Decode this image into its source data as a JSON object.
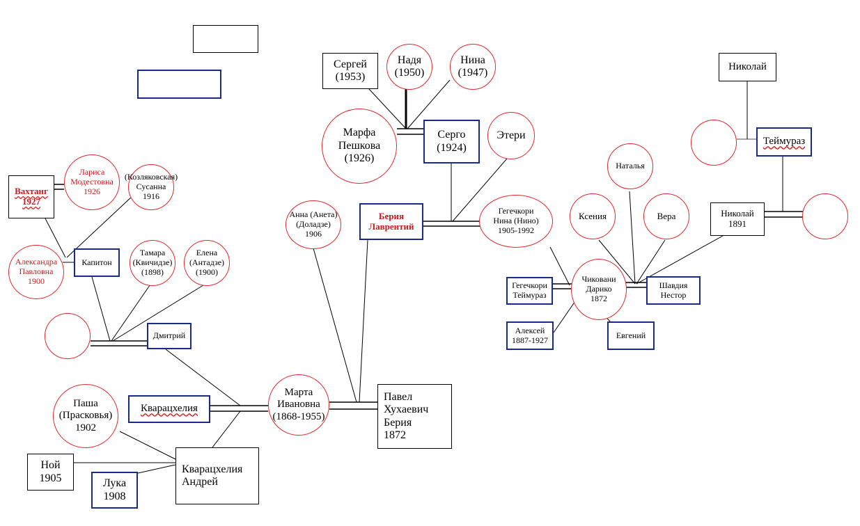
{
  "nodes": {
    "legend_box_black": "",
    "legend_box_blue": "",
    "sergey": "Сергей\n(1953)",
    "nadya": "Надя\n(1950)",
    "nina_1947": "Нина\n(1947)",
    "marfa": "Марфа\nПешкова\n(1926)",
    "sergo": "Серго\n(1924)",
    "eteri": "Этери",
    "nikolay_top": "Николай",
    "teymuraz_top": "Теймураз",
    "empty_circle_top_right": "",
    "vakhtang": "Вахтанг\n1927",
    "larisa": "Лариса\nМодестовна\n1926",
    "susanna": "(Козляковская)\nСусанна\n1916",
    "anna": "Анна (Анета)\n(Доладзе)\n1906",
    "beria_lavrenty": "Берия\nЛаврентий",
    "nina_gegechkori": "Гегечкори\nНина (Нино)\n1905-1992",
    "natalya": "Наталья",
    "kseniya": "Ксения",
    "vera": "Вера",
    "nikolay_1891": "Николай\n1891",
    "empty_circle_right": "",
    "aleksandra": "Александра\nПавловна\n1900",
    "kapiton": "Капитон",
    "tamara": "Тамара\n(Квичидзе)\n(1898)",
    "elena": "Елена\n(Антадзе)\n(1900)",
    "gegechkori_teymuraz": "Гегечкори\nТеймураз",
    "chikovani": "Чиковани\nДарико\n1872",
    "shavdiya": "Шавдия\nНестор",
    "aleksey": "Алексей\n1887-1927",
    "evgeniy": "Евгений",
    "empty_circle_left": "",
    "dmitriy": "Дмитрий",
    "pasha": "Паша\n(Прасковья)\n1902",
    "kvaratskheliya": "Кварацхелия",
    "marta": "Марта\nИвановна\n(1868-1955)",
    "pavel": "Павел\nХухаевич\nБерия\n1872",
    "noy": "Ной\n1905",
    "luka": "Лука\n1908",
    "andrey": "Кварацхелия\nАндрей"
  },
  "colors": {
    "person_box_border": "#000000",
    "blue_box_border": "#1a2a8c",
    "female_circle_border": "#e0282d",
    "red_text": "#c8191e",
    "line": "#000000"
  }
}
